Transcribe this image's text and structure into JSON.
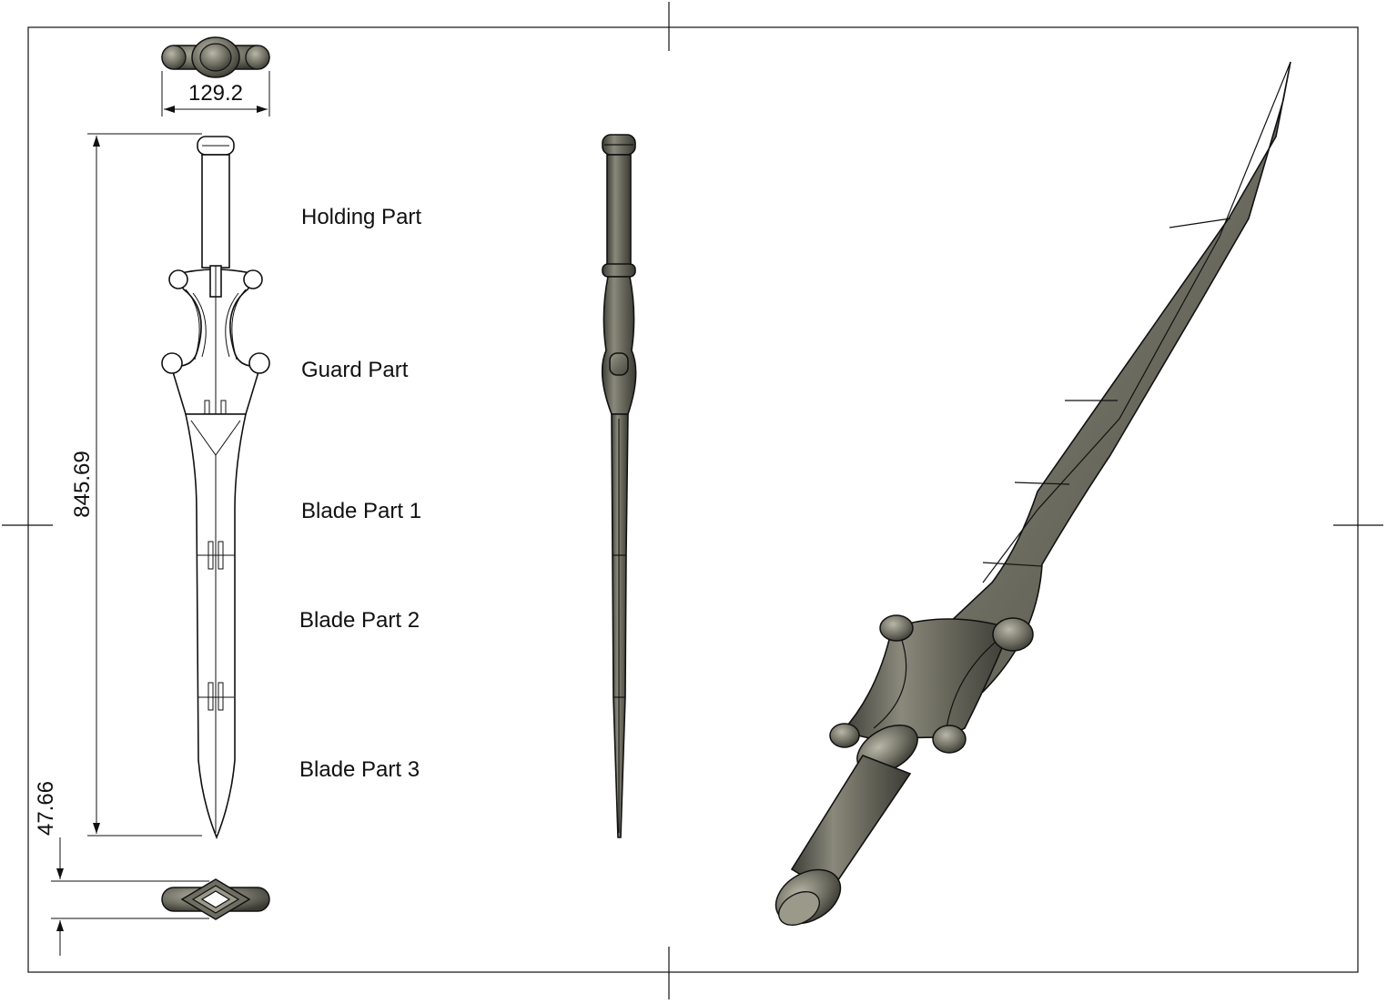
{
  "dimensions": {
    "width_top": "129.2",
    "total_length": "845.69",
    "guard_thickness": "47.66"
  },
  "parts": {
    "holding": "Holding Part",
    "guard": "Guard Part",
    "blade1": "Blade Part 1",
    "blade2": "Blade Part 2",
    "blade3": "Blade Part 3"
  },
  "colors": {
    "metal_dark": "#3e3e38",
    "metal_mid": "#7a796c",
    "metal_light": "#a9a898",
    "line": "#111111"
  }
}
